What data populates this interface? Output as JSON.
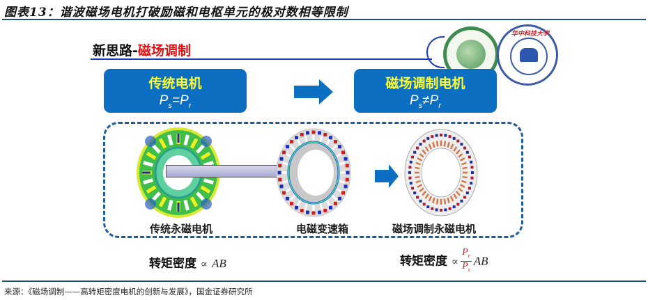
{
  "figure": {
    "title": "图表13：谐波磁场电机打破励磁和电枢单元的极对数相等限制",
    "source": "来源：《磁场调制——高转矩密度电机的创新与发展》，国金证券研究所"
  },
  "slide": {
    "heading_black": "新思路-",
    "heading_red": "磁场调制",
    "boxes": [
      {
        "label": "传统电机",
        "formula_lhs": "P",
        "formula_lhs_sub": "s",
        "formula_op": "=",
        "formula_rhs": "P",
        "formula_rhs_sub": "r"
      },
      {
        "label": "磁场调制电机",
        "formula_lhs": "P",
        "formula_lhs_sub": "s",
        "formula_op": "≠",
        "formula_rhs": "P",
        "formula_rhs_sub": "r"
      }
    ],
    "motors": [
      {
        "label": "传统永磁电机"
      },
      {
        "label": "电磁变速箱"
      },
      {
        "label": "磁场调制永磁电机"
      }
    ],
    "torque": [
      {
        "label": "转矩密度",
        "prop": "∝",
        "expr": "AB"
      },
      {
        "label": "转矩密度",
        "prop": "∝",
        "frac_num": "P",
        "frac_num_sub": "r",
        "frac_den": "P",
        "frac_den_sub": "s",
        "expr": "AB"
      }
    ],
    "colors": {
      "box_fill": "#0d6fc2",
      "box_label": "#ffff33",
      "heading_red": "#e01010",
      "frame": "#1f5e9e"
    }
  }
}
